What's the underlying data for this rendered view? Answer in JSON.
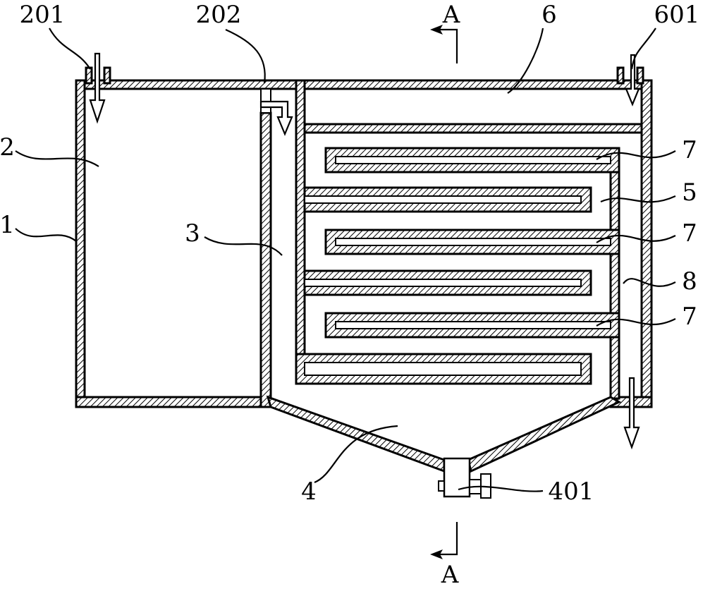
{
  "labels": {
    "l201": "201",
    "l202": "202",
    "l601": "601",
    "l6": "6",
    "l2": "2",
    "l1": "1",
    "l3": "3",
    "l7a": "7",
    "l5": "5",
    "l7b": "7",
    "l8": "8",
    "l7c": "7",
    "l4": "4",
    "l401": "401"
  },
  "section_marks": {
    "top": "A",
    "bottom": "A"
  }
}
